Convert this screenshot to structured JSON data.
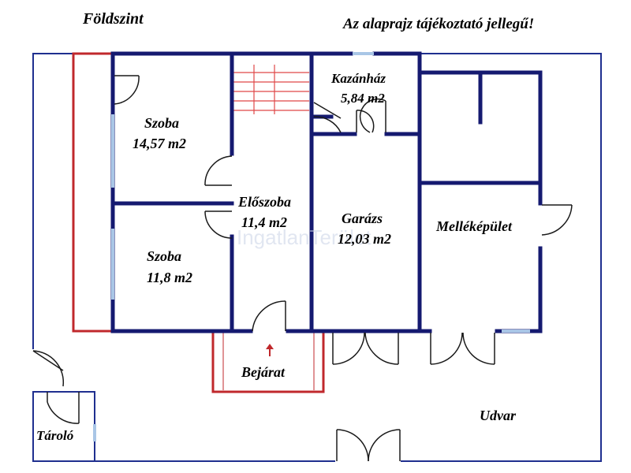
{
  "header": {
    "floor_title": "Földszint",
    "disclaimer": "Az alaprajz tájékoztató jellegű!"
  },
  "rooms": [
    {
      "id": "szoba-1",
      "name": "Szoba",
      "area": "14,57 m2"
    },
    {
      "id": "szoba-2",
      "name": "Szoba",
      "area": "11,8 m2"
    },
    {
      "id": "eloszoba",
      "name": "Előszoba",
      "area": "11,4 m2"
    },
    {
      "id": "kazanhaz",
      "name": "Kazánház",
      "area": "5,84 m2"
    },
    {
      "id": "garazs",
      "name": "Garázs",
      "area": "12,03 m2"
    },
    {
      "id": "mellekepulet",
      "name": "Melléképület"
    },
    {
      "id": "bejarat",
      "name": "Bejárat"
    },
    {
      "id": "udvar",
      "name": "Udvar"
    },
    {
      "id": "tarolo",
      "name": "Tároló"
    }
  ],
  "watermark": {
    "text": "IngatlanTerület"
  },
  "colors": {
    "wall": "#151a70",
    "outline": "#1f2f8f",
    "terrace": "#c0282c",
    "stairs": "#e04848",
    "window": "#a9c6e6",
    "door": "#1a1a1a"
  }
}
